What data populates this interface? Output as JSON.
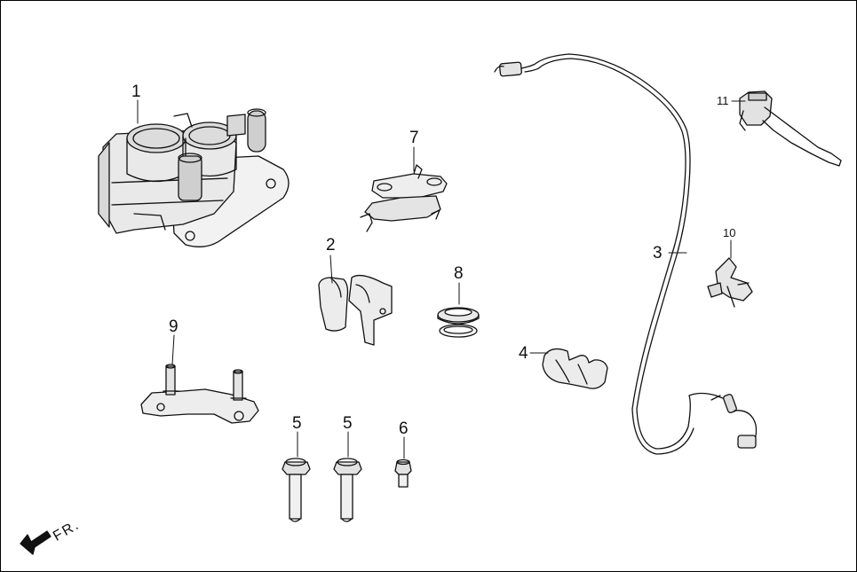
{
  "callouts": {
    "c1": "1",
    "c2": "2",
    "c3": "3",
    "c4": "4",
    "c5a": "5",
    "c5b": "5",
    "c6": "6",
    "c7": "7",
    "c8": "8",
    "c9": "9",
    "c10": "10",
    "c11": "11"
  },
  "direction": {
    "label": "FR."
  }
}
